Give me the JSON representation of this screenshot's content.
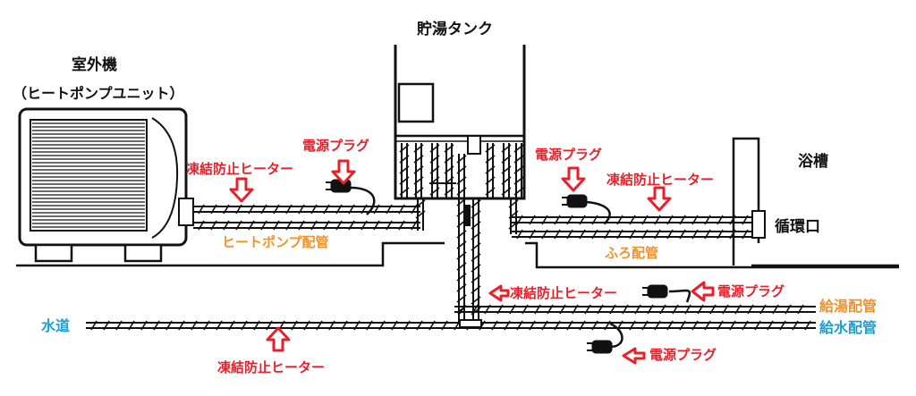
{
  "labels": {
    "outdoor_unit": "室外機",
    "outdoor_unit_sub": "（ヒートポンプユニット）",
    "storage_tank": "貯湯タンク",
    "bathtub": "浴槽",
    "circulation_port": "循環口",
    "heat_pump_piping": "ヒートポンプ配管",
    "bath_piping": "ふろ配管",
    "hot_water_piping": "給湯配管",
    "water_supply_piping": "給水配管",
    "water_main": "水道",
    "antifreeze_heater_1": "凍結防止ヒーター",
    "antifreeze_heater_2": "凍結防止ヒーター",
    "antifreeze_heater_3": "凍結防止ヒーター",
    "antifreeze_heater_4": "凍結防止ヒーター",
    "power_plug_1": "電源プラグ",
    "power_plug_2": "電源プラグ",
    "power_plug_3": "電源プラグ",
    "power_plug_4": "電源プラグ"
  },
  "colors": {
    "heater_label": "#e8202a",
    "piping_label": "#f0922b",
    "water_label": "#1a9fd8",
    "line": "#111111"
  }
}
